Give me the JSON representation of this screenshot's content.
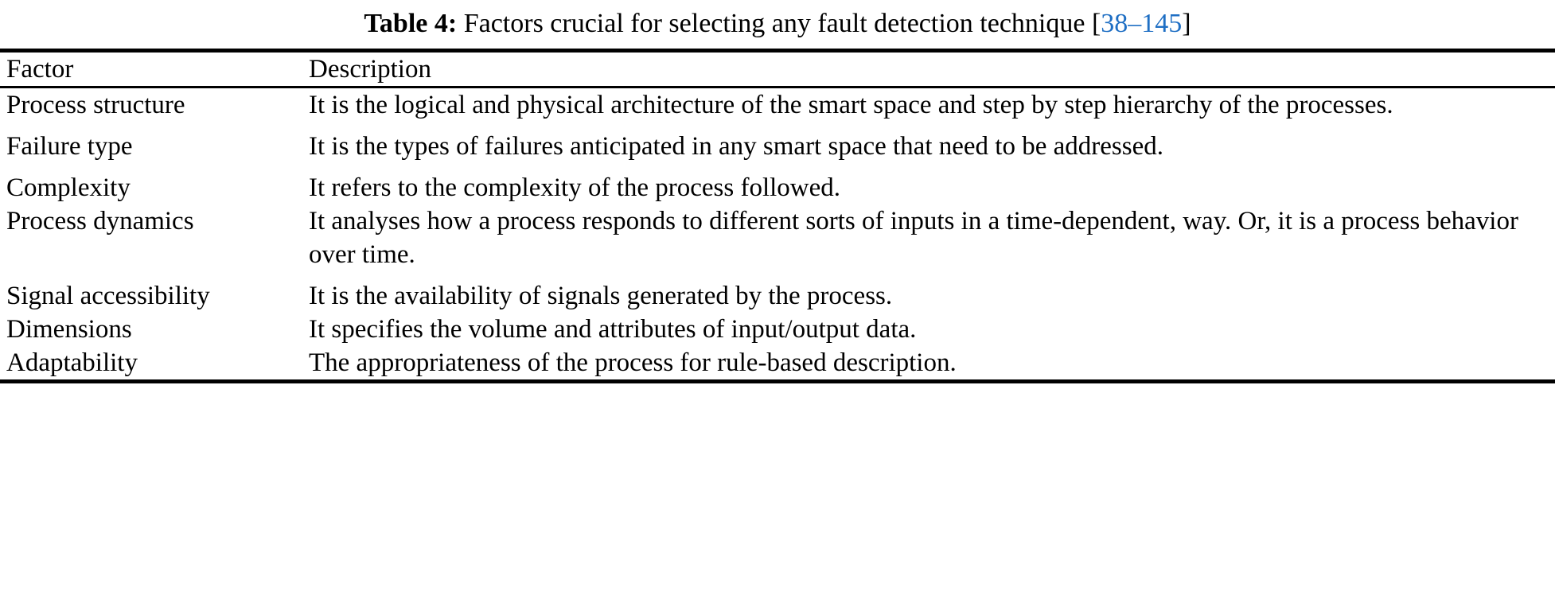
{
  "caption": {
    "label": "Table 4:",
    "text": "Factors crucial for selecting any fault detection technique",
    "cite_open": "[",
    "cite_link": "38–145",
    "cite_close": "]",
    "cite_color": "#1f6fc4"
  },
  "columns": {
    "factor": "Factor",
    "description": "Description"
  },
  "rows": [
    {
      "factor": "Process structure",
      "description": "It is the logical and physical architecture of the smart space and step by step hierarchy of the processes."
    },
    {
      "factor": "Failure type",
      "description": "It is the types of failures anticipated in any smart space that need to be addressed."
    },
    {
      "factor": "Complexity",
      "description": "It refers to the complexity of the process followed."
    },
    {
      "factor": "Process dynamics",
      "description": "It analyses how a process responds to different sorts of inputs in a time-dependent, way. Or, it is a process behavior over time."
    },
    {
      "factor": "Signal accessibility",
      "description": "It is the availability of signals generated by the process."
    },
    {
      "factor": "Dimensions",
      "description": "It specifies the volume and attributes of input/output data."
    },
    {
      "factor": "Adaptability",
      "description": "The appropriateness of the process for rule-based description."
    }
  ]
}
